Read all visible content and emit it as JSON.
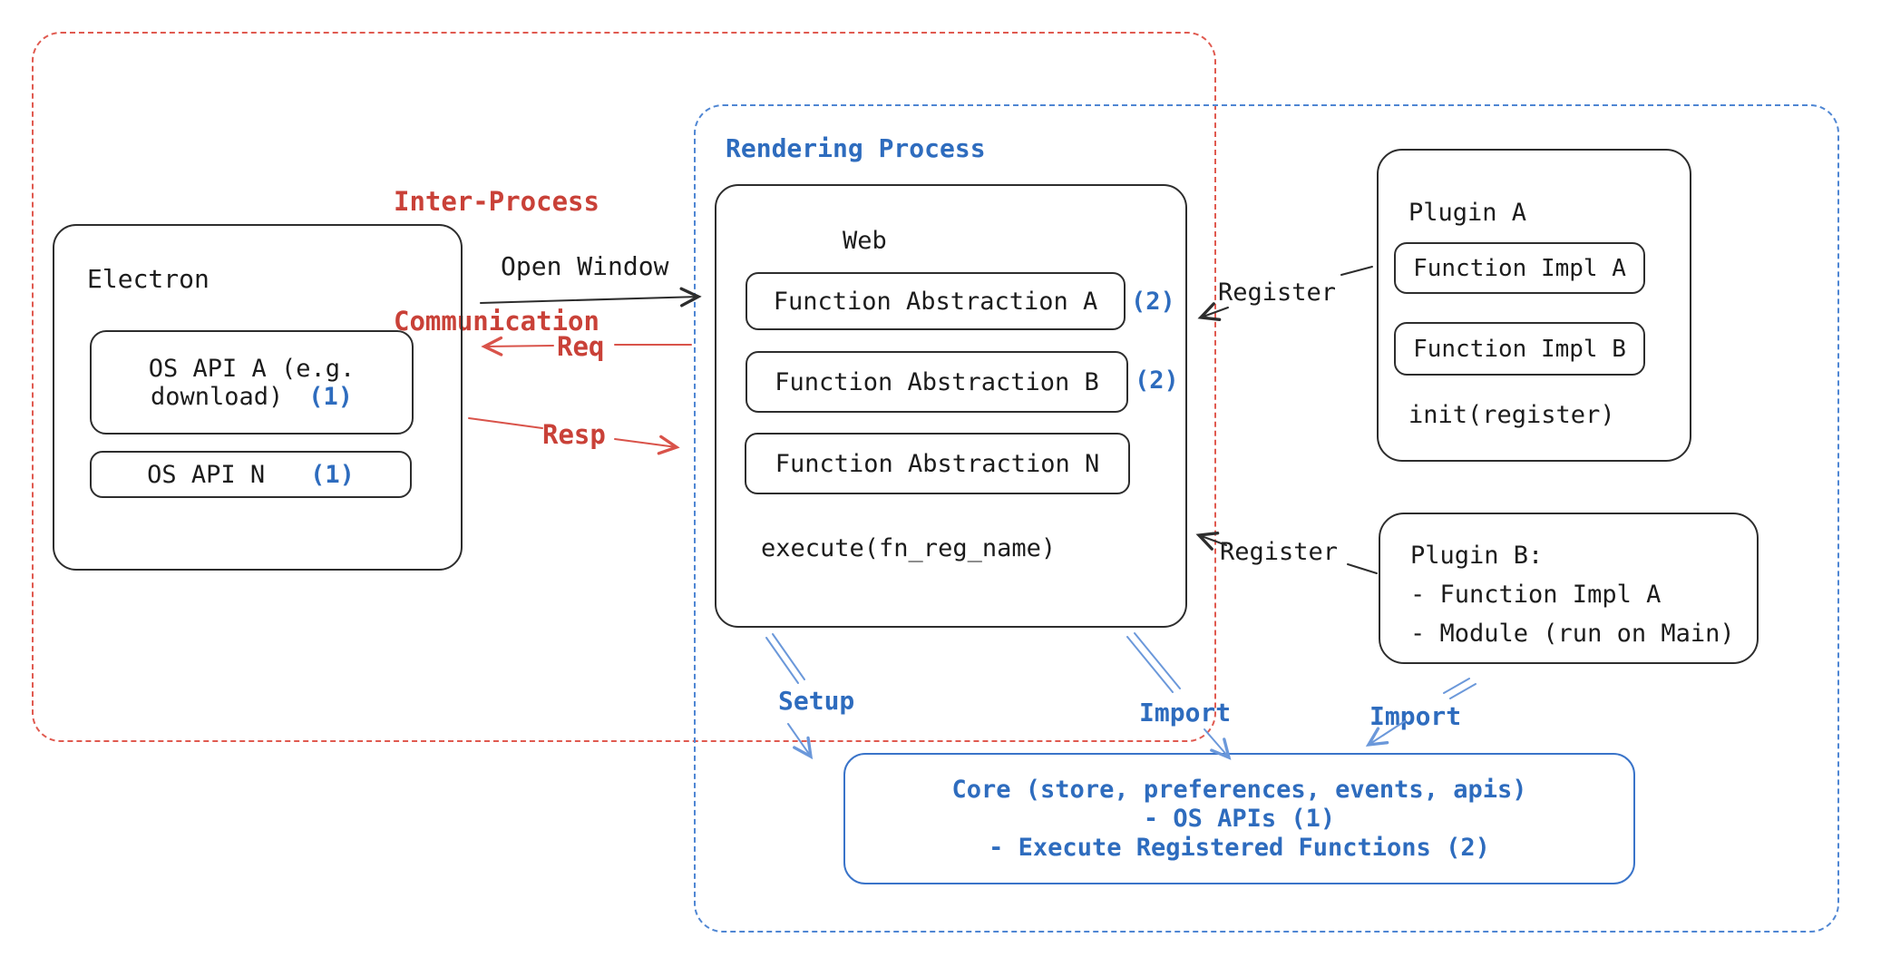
{
  "palette": {
    "red_dash": "#e05a50",
    "red_text": "#c94138",
    "blue_dash": "#4f86d3",
    "blue_text": "#2e6cbe",
    "blue_arrow": "#6b98da",
    "black_stroke": "#2d2d2d"
  },
  "ipc": {
    "title_line1": "Inter-Process",
    "title_line2": "Communication"
  },
  "rendering": {
    "title": "Rendering Process"
  },
  "electron": {
    "title": "Electron",
    "os_api_a_line1": "OS API A (e.g.",
    "os_api_a_line2": "download)",
    "os_api_a_num": "(1)",
    "os_api_n": "OS API N",
    "os_api_n_num": "(1)"
  },
  "arrows": {
    "open_window": "Open Window",
    "req": "Req",
    "resp": "Resp",
    "register_a": "Register",
    "register_b": "Register",
    "setup": "Setup",
    "import_web": "Import",
    "import_plugin": "Import"
  },
  "web": {
    "title": "Web",
    "fa_a": "Function Abstraction A",
    "fa_a_num": "(2)",
    "fa_b": "Function Abstraction B",
    "fa_b_num": "(2)",
    "fa_n": "Function Abstraction N",
    "execute": "execute(fn_reg_name)"
  },
  "plugin_a": {
    "title": "Plugin A",
    "impl_a": "Function Impl A",
    "impl_b": "Function Impl B",
    "init": "init(register)"
  },
  "plugin_b": {
    "line1": "Plugin B:",
    "line2": "- Function Impl A",
    "line3": "- Module (run on Main)"
  },
  "core": {
    "line1": "Core (store, preferences, events, apis)",
    "line2": "- OS APIs (1)",
    "line3": "- Execute Registered Functions (2)"
  }
}
